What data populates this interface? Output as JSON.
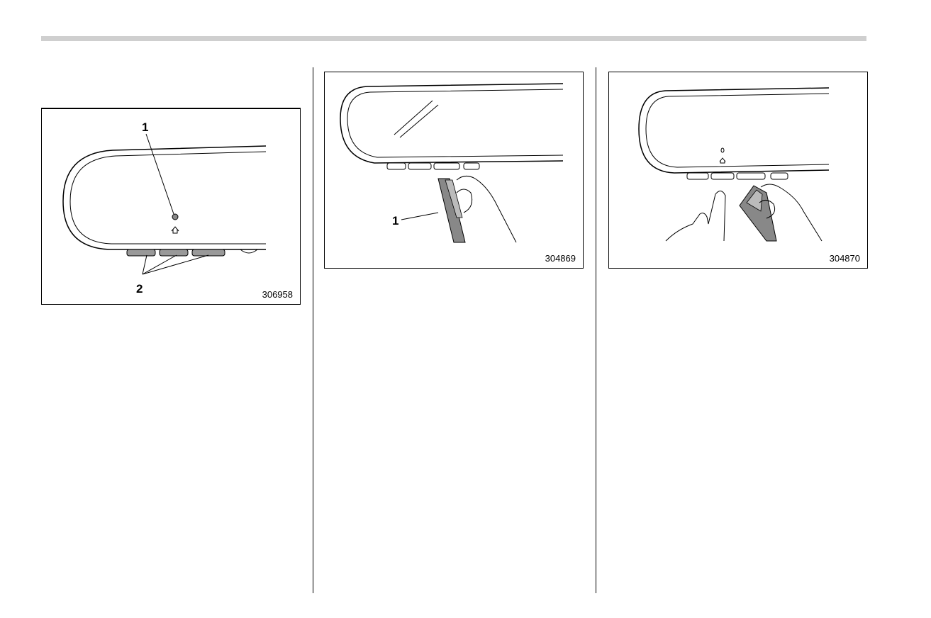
{
  "figures": [
    {
      "code": "306958",
      "callouts": [
        "1",
        "2"
      ]
    },
    {
      "code": "304869",
      "callouts": [
        "1"
      ]
    },
    {
      "code": "304870",
      "callouts": []
    }
  ]
}
